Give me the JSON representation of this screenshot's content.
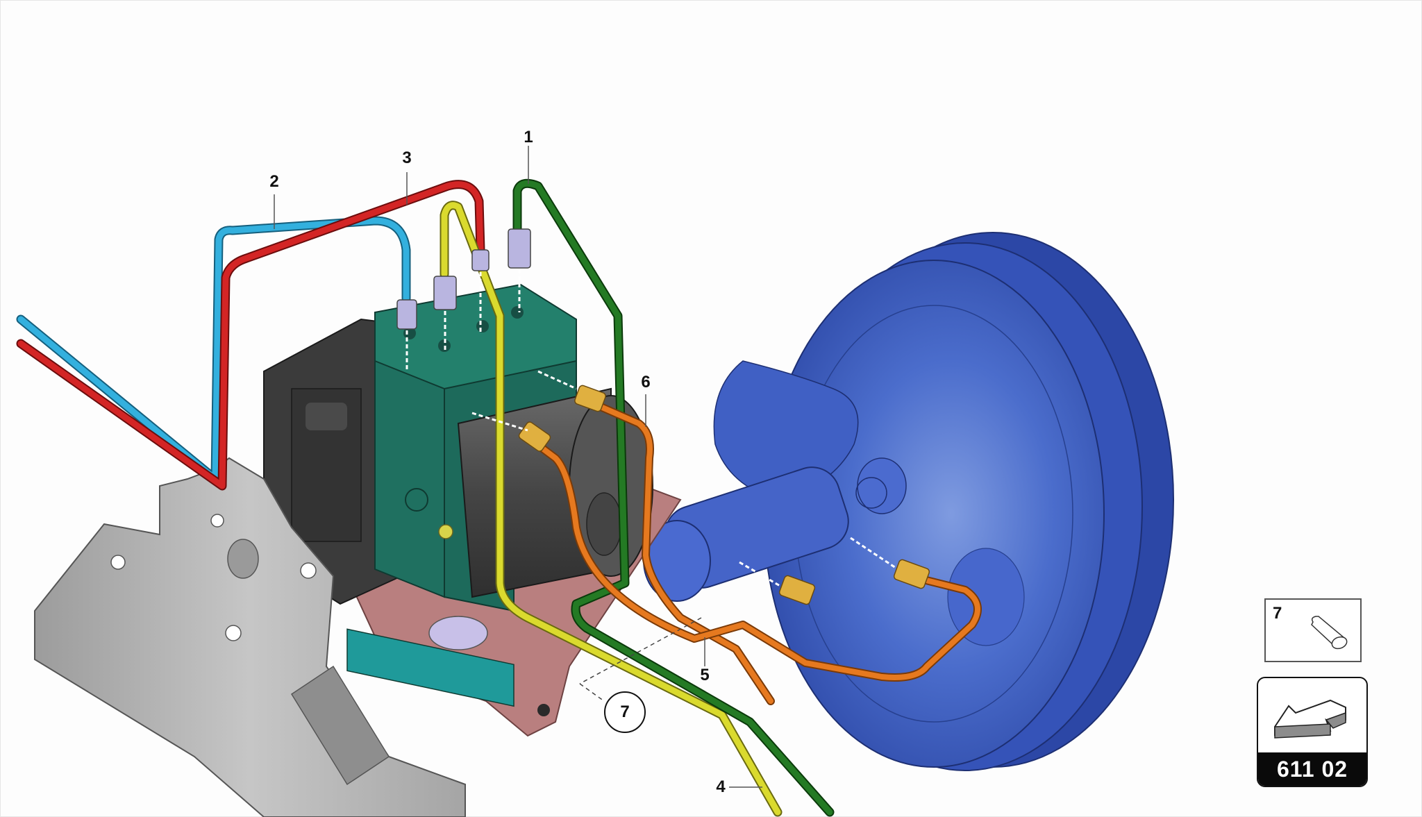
{
  "diagram": {
    "kind": "exploded parts diagram",
    "subject": "ABS hydraulic unit, brake booster and brake lines",
    "colors": {
      "background": "#fdfdfd",
      "line_1_green": "#1e6b1e",
      "line_2_blue": "#2ea8d8",
      "line_3_red": "#cc1f1f",
      "line_4_yellow": "#d8d82a",
      "line_5_6_orange": "#e0741c",
      "abs_block_teal": "#1f7060",
      "booster_blue": "#3a5cc0",
      "bracket_gray": "#b9b9b9",
      "plate_pink": "#b97f7f",
      "ecu_dark": "#3a3a3a"
    }
  },
  "callouts": [
    {
      "id": "1",
      "label": "1",
      "part": "brake line (green)"
    },
    {
      "id": "2",
      "label": "2",
      "part": "brake line (blue)"
    },
    {
      "id": "3",
      "label": "3",
      "part": "brake line (red)"
    },
    {
      "id": "4",
      "label": "4",
      "part": "brake line (yellow)"
    },
    {
      "id": "5",
      "label": "5",
      "part": "brake line (orange, lower)"
    },
    {
      "id": "6",
      "label": "6",
      "part": "brake line (orange, upper)"
    },
    {
      "id": "7",
      "label": "7",
      "part": "sleeve",
      "circled": true
    }
  ],
  "legend": {
    "item_number": "7",
    "item_icon": "sleeve-cylinder-icon"
  },
  "reference_badge": {
    "icon": "arrow-direction-icon",
    "code": "611 02"
  }
}
